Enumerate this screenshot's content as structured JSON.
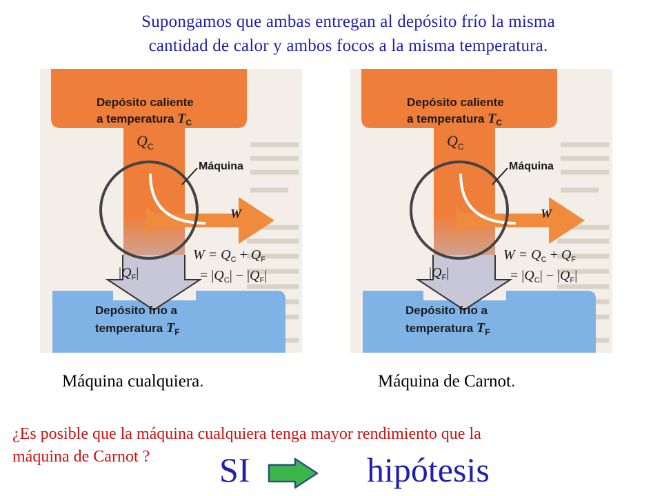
{
  "header": {
    "line1": "Supongamos que ambas entregan al depósito frío la misma",
    "line2": "cantidad de calor y ambos focos a la misma temperatura."
  },
  "diagram_text": {
    "hot_line1": "Depósito caliente",
    "hot_line2": "a temperatura ",
    "T": "T",
    "C": "C",
    "Q": "Q",
    "F": "F",
    "machine": "Máquina",
    "W": "W",
    "eq_lhs": "W = ",
    "plus": " + ",
    "eq2_prefix": "= |",
    "minus_sep": "| − |",
    "abs_bar": "|",
    "cold_line1": "Depósito frío a",
    "cold_line2": "temperatura "
  },
  "captions": {
    "left": "Máquina cualquiera",
    "right": "Máquina de Carnot",
    "dot": "."
  },
  "question": {
    "line1": "¿Es posible que la máquina cualquiera tenga mayor rendimiento que la",
    "line2": "máquina de Carnot ?"
  },
  "answer": {
    "si": "SI",
    "hipotesis": "hipótesis"
  },
  "colors": {
    "header_text": "#1f1fb0",
    "question_text": "#cc1111",
    "hot": "#ef7e3a",
    "cold": "#7fb3e6",
    "arrow_green": "#3cb54a",
    "background_paper": "#f3efe8"
  }
}
